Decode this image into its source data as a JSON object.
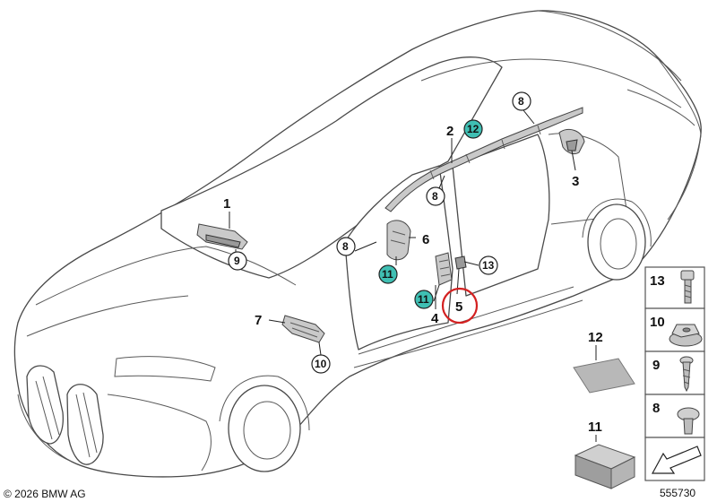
{
  "copyright": "© 2026 BMW AG",
  "diagram_id": "555730",
  "callouts": {
    "p1": "1",
    "p9": "9",
    "p2": "2",
    "p12a": "12",
    "p8a": "8",
    "p8b": "8",
    "p3": "3",
    "p8c": "8",
    "p6": "6",
    "p11a": "11",
    "p13": "13",
    "p11b": "11",
    "p4": "4",
    "p5": "5",
    "p7": "7",
    "p10": "10",
    "p12b": "12",
    "p11c": "11"
  },
  "legend": [
    {
      "num": "13",
      "icon": "bolt-icon"
    },
    {
      "num": "10",
      "icon": "nut-icon"
    },
    {
      "num": "9",
      "icon": "screw-icon"
    },
    {
      "num": "8",
      "icon": "expanding-rivet-icon"
    }
  ],
  "colors": {
    "highlight": "#3fbfb3",
    "selected_ring": "#d32020"
  }
}
